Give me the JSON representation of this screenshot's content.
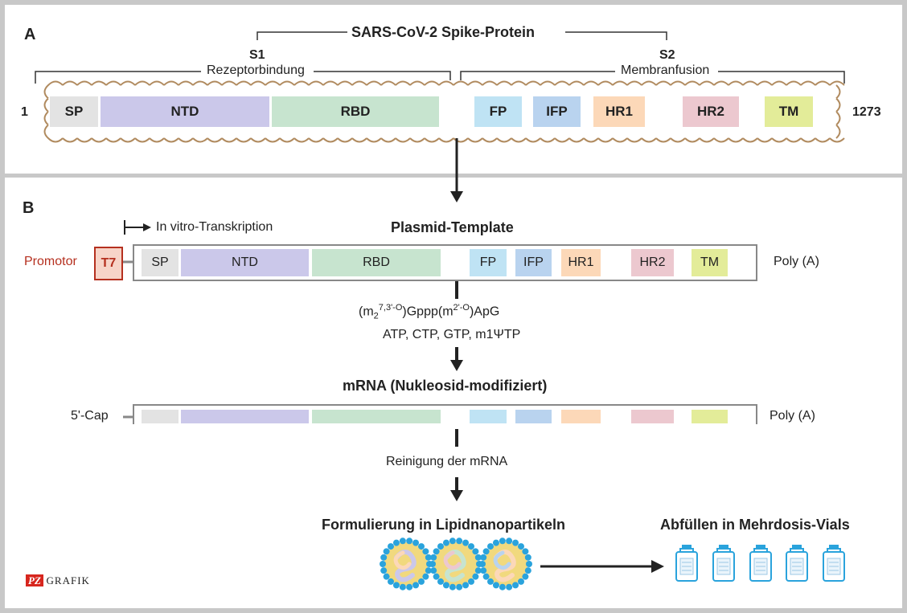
{
  "panel_a": {
    "label": "A",
    "title": "SARS-CoV-2 Spike-Protein",
    "s1_label": "S1",
    "s1_sub": "Rezeptorbindung",
    "s2_label": "S2",
    "s2_sub": "Membranfusion",
    "start_num": "1",
    "end_num": "1273",
    "domains": [
      {
        "name": "SP",
        "color": "#e3e3e3"
      },
      {
        "name": "NTD",
        "color": "#cbc8ea"
      },
      {
        "name": "RBD",
        "color": "#c7e4cf"
      },
      {
        "name": "FP",
        "color": "#bfe3f4"
      },
      {
        "name": "IFP",
        "color": "#b9d3ef"
      },
      {
        "name": "HR1",
        "color": "#fcd8b8"
      },
      {
        "name": "HR2",
        "color": "#ecc8cf"
      },
      {
        "name": "TM",
        "color": "#e3ec99"
      }
    ]
  },
  "panel_b": {
    "label": "B",
    "transcription": "In vitro-Transkription",
    "plasmid_title": "Plasmid-Template",
    "promotor": "Promotor",
    "t7": "T7",
    "poly_a_plasmid": "Poly (A)",
    "cap_base": "(m",
    "cap_sub": "2",
    "cap_sup": "7,3'-O",
    "cap_mid": ")Gppp(m",
    "cap_sup2": "2'-O",
    "cap_end": ")ApG",
    "nucleotides": "ATP, CTP, GTP, m1ΨTP",
    "mrna_title": "mRNA (Nukleosid-modifiziert)",
    "cap_label": "5'-Cap",
    "poly_a_mrna": "Poly (A)",
    "purification": "Reinigung der mRNA",
    "lnp_title": "Formulierung in Lipidnanopartikeln",
    "vials_title": "Abfüllen in Mehrdosis-Vials"
  },
  "logo": {
    "mark": "PZ",
    "text": "GRAFIK",
    "color": "#d7261e"
  },
  "colors": {
    "accent_red": "#b5301f",
    "t7_fill": "#f7d4c8",
    "lnp_ring": "#2aa3dc",
    "lnp_fill": "#f1d97e",
    "vial": "#2aa3dc"
  }
}
